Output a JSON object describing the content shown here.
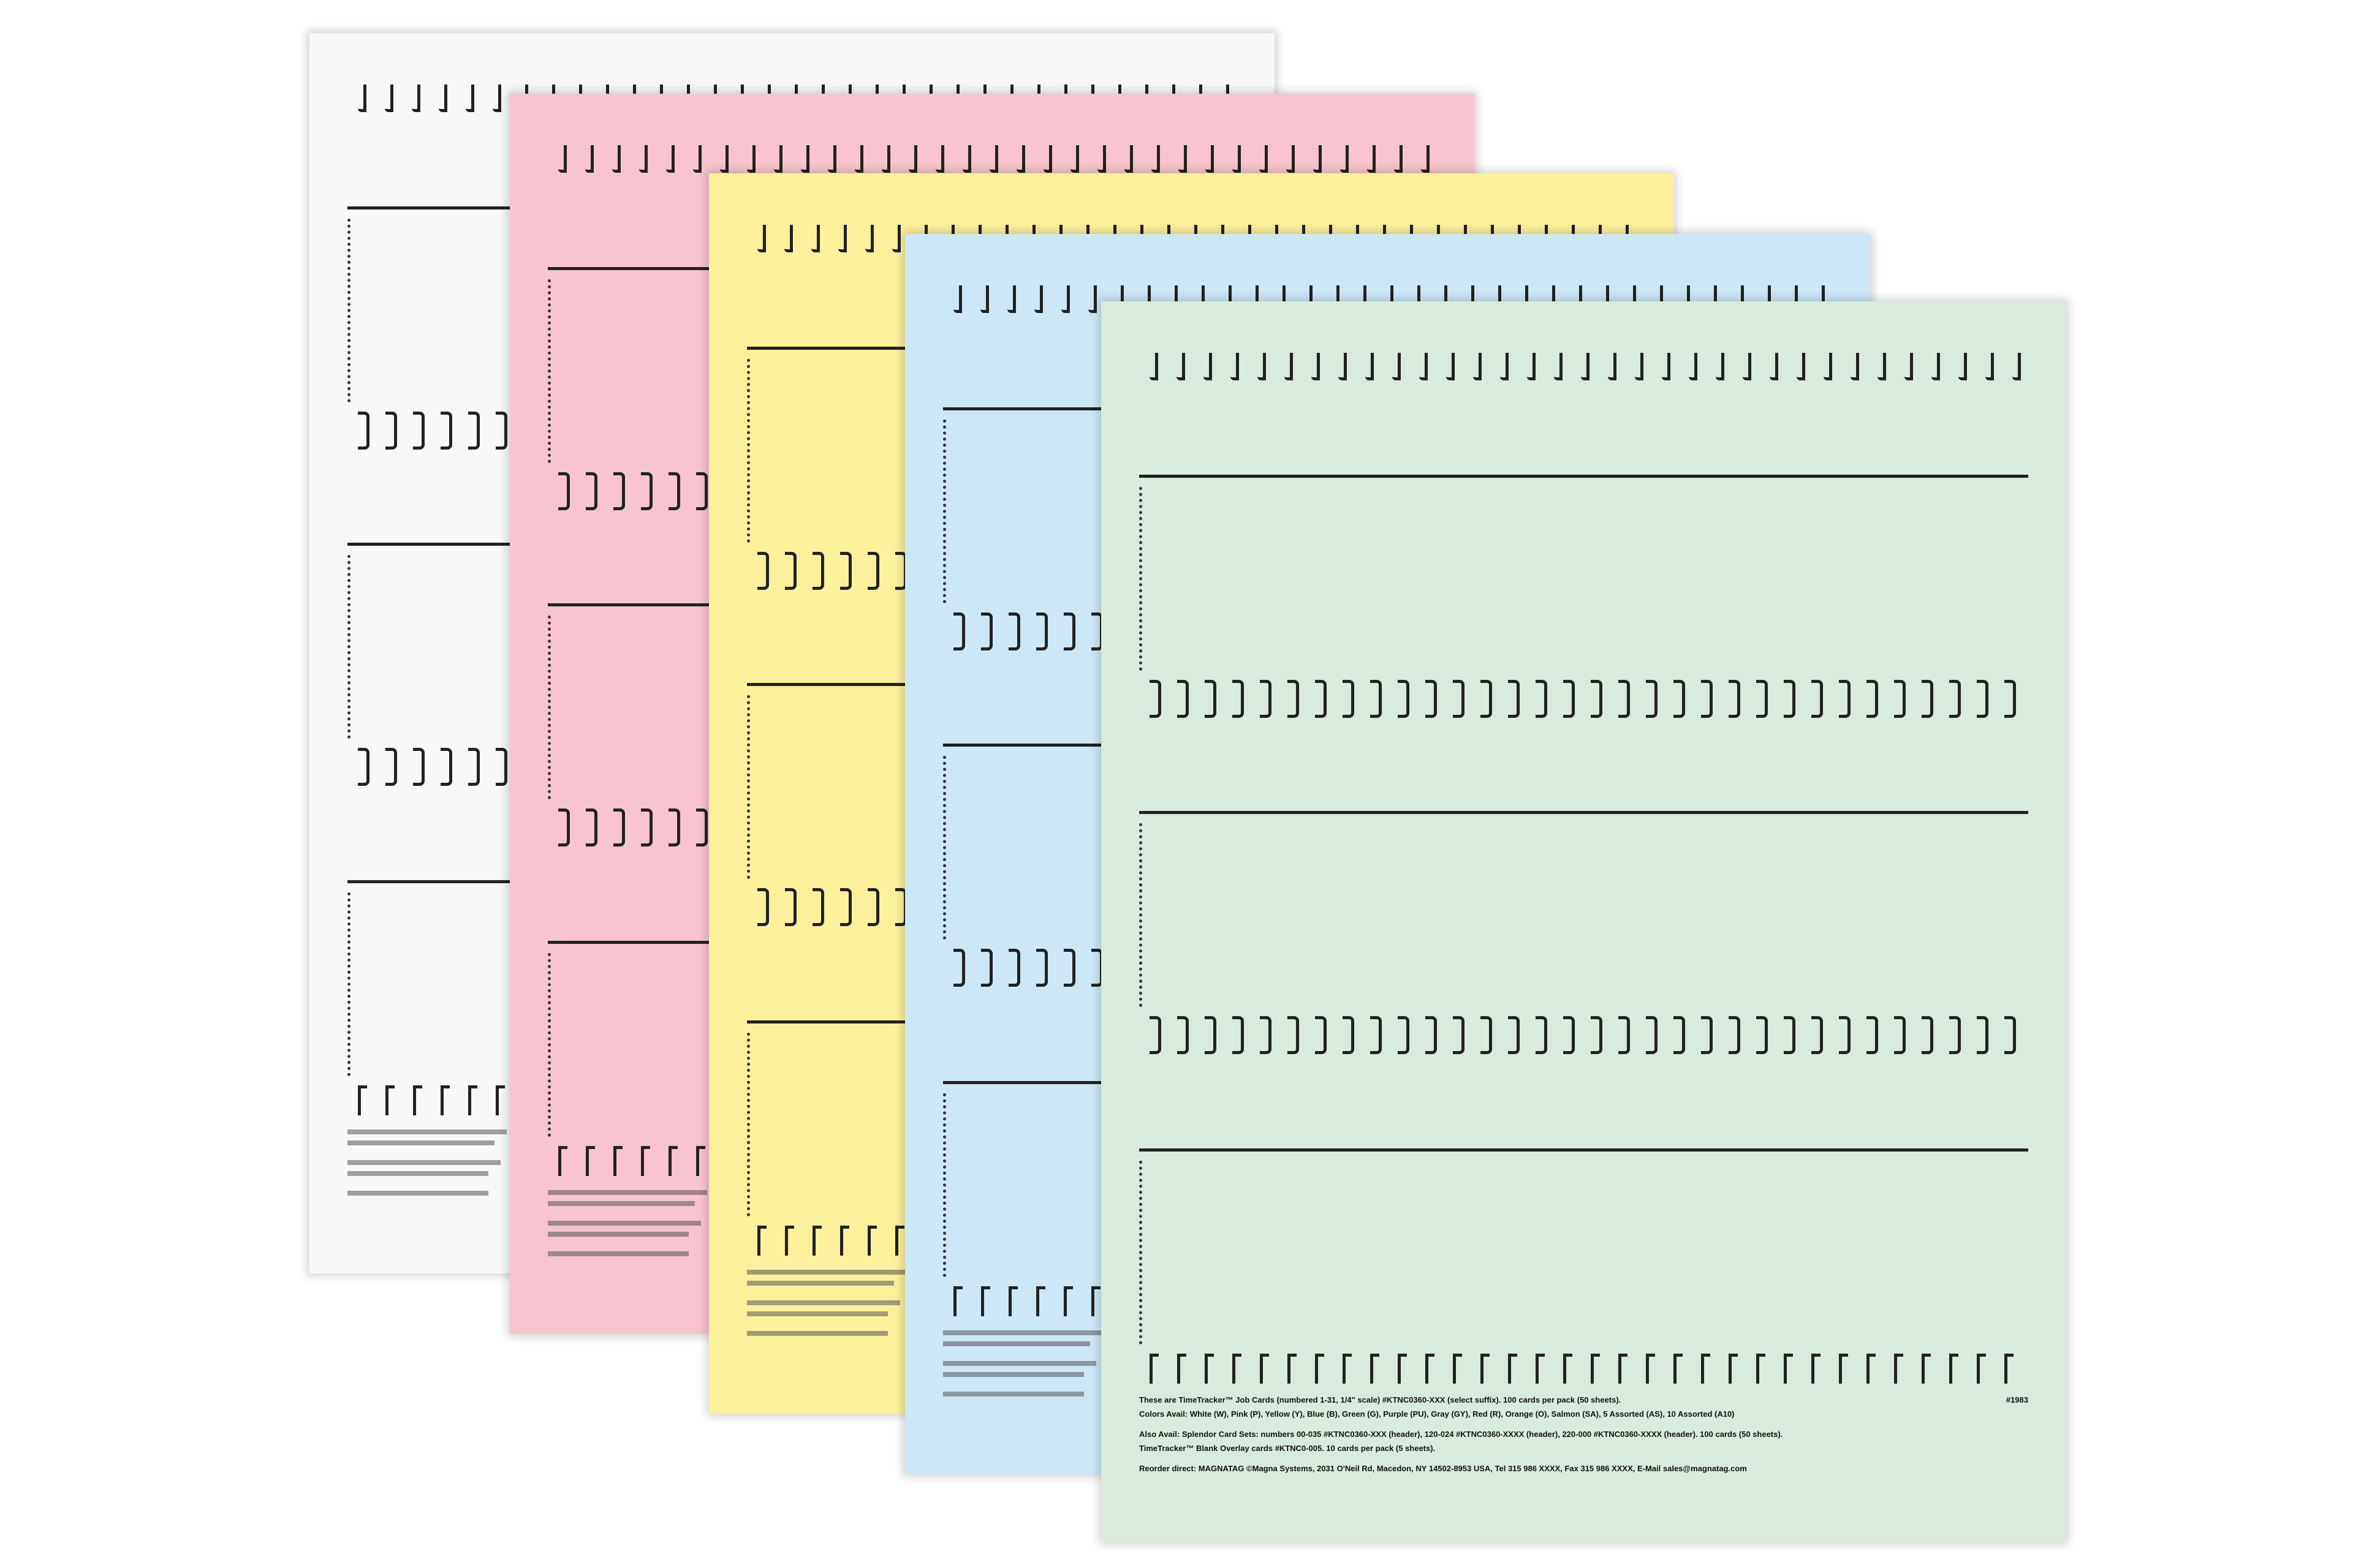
{
  "sheets": [
    {
      "color_name": "White",
      "hex": "#f7f9f9"
    },
    {
      "color_name": "Pink",
      "hex": "#f7c4d0"
    },
    {
      "color_name": "Yellow",
      "hex": "#fbf19c"
    },
    {
      "color_name": "Blue",
      "hex": "#cde7f6"
    },
    {
      "color_name": "Green",
      "hex": "#d9ebdc"
    }
  ],
  "footer": {
    "product_number": "#1983",
    "line1": "These are TimeTracker™ Job Cards (numbered 1-31, 1/4\" scale) #KTNC0360-XXX (select suffix). 100 cards per pack (50 sheets).",
    "line2": "Colors Avail: White (W), Pink (P), Yellow (Y), Blue (B), Green (G), Purple (PU), Gray (GY), Red (R), Orange (O), Salmon (SA), 5 Assorted (AS), 10 Assorted (A10)",
    "line3": "Also Avail: Splendor Card Sets: numbers 00-035 #KTNC0360-XXX (header), 120-024 #KTNC0360-XXXX (header), 220-000 #KTNC0360-XXXX (header). 100 cards (50 sheets).",
    "line4": "TimeTracker™ Blank Overlay cards #KTNC0-005. 10 cards per pack (5 sheets).",
    "line5": "Reorder direct: MAGNATAG ©Magna Systems, 2031 O'Neil Rd, Macedon, NY 14502-8953 USA, Tel 315 986 XXXX, Fax 315 986 XXXX, E-Mail sales@magnatag.com"
  }
}
